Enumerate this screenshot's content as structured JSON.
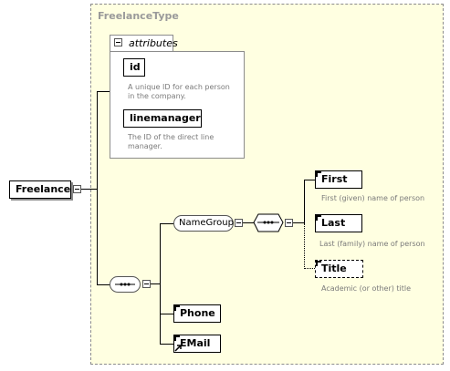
{
  "type": {
    "name": "FreelanceType"
  },
  "root": {
    "name": "Freelance"
  },
  "attributes": {
    "label": "attributes",
    "items": [
      {
        "name": "id",
        "description_lines": [
          "A unique ID for each person",
          "in the company."
        ]
      },
      {
        "name": "linemanager",
        "description_lines": [
          "The ID of the direct line",
          "manager."
        ]
      }
    ]
  },
  "name_group": {
    "name": "NameGroup"
  },
  "elements": {
    "first": {
      "name": "First",
      "description": "First (given) name of person"
    },
    "last": {
      "name": "Last",
      "description": "Last (family) name of person"
    },
    "title": {
      "name": "Title",
      "description": "Academic (or other) title",
      "optional": true
    },
    "phone": {
      "name": "Phone"
    },
    "email": {
      "name": "EMail"
    }
  },
  "colors": {
    "type_bg": "#ffffe1",
    "border": "#8c8c8c",
    "annotation": "#7a7a7a"
  },
  "icons": [
    "collapse-icon",
    "sequence-icon",
    "element-mark-icon",
    "reference-icon"
  ]
}
